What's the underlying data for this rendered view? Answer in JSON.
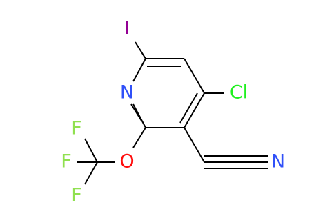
{
  "molecule": {
    "atoms": {
      "iodine": "I",
      "nitrogen_ring": "N",
      "chlorine": "Cl",
      "oxygen": "O",
      "nitrogen_nitrile": "N",
      "fluorine_top": "F",
      "fluorine_left": "F",
      "fluorine_bottom": "F"
    }
  },
  "colors": {
    "bond": "#000000",
    "iodine": "#940094",
    "nitrogen": "#3050F8",
    "chlorine": "#1FF01F",
    "oxygen": "#FF0D0D",
    "fluorine": "#90E050"
  }
}
